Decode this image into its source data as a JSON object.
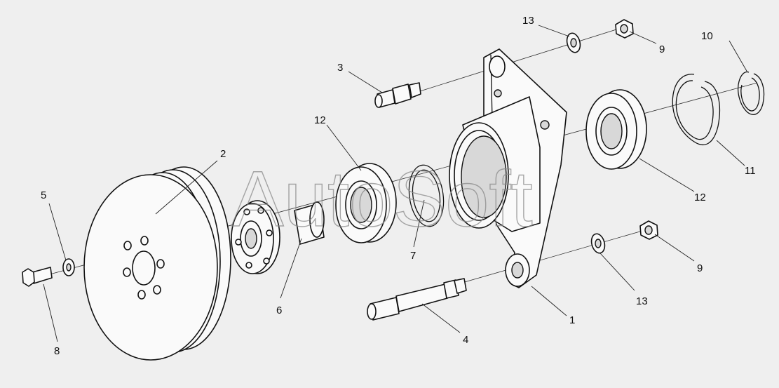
{
  "diagram": {
    "watermark": "AutoSoft",
    "callouts": [
      {
        "id": "c1",
        "label": "1"
      },
      {
        "id": "c2",
        "label": "2"
      },
      {
        "id": "c3",
        "label": "3"
      },
      {
        "id": "c4",
        "label": "4"
      },
      {
        "id": "c5",
        "label": "5"
      },
      {
        "id": "c6",
        "label": "6"
      },
      {
        "id": "c7",
        "label": "7"
      },
      {
        "id": "c8",
        "label": "8"
      },
      {
        "id": "c9a",
        "label": "9"
      },
      {
        "id": "c9b",
        "label": "9"
      },
      {
        "id": "c10",
        "label": "10"
      },
      {
        "id": "c11",
        "label": "11"
      },
      {
        "id": "c12a",
        "label": "12"
      },
      {
        "id": "c12b",
        "label": "12"
      },
      {
        "id": "c13a",
        "label": "13"
      },
      {
        "id": "c13b",
        "label": "13"
      }
    ]
  }
}
